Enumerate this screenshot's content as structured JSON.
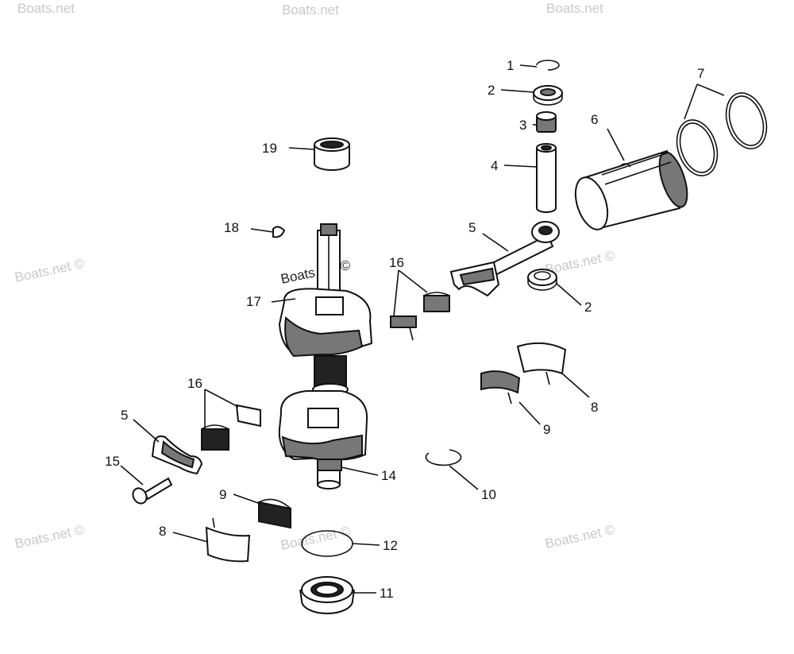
{
  "watermarks": [
    "Boats.net",
    "Boats.net",
    "Boats.net",
    "Boats.net ©",
    "Boats.net ©",
    "Boats.net ©",
    "Boats.net ©",
    "Boats.net ©",
    "Boats.net ©"
  ],
  "callouts": [
    "1",
    "2",
    "3",
    "4",
    "5",
    "6",
    "7",
    "19",
    "18",
    "16",
    "17",
    "2",
    "8",
    "9",
    "16",
    "5",
    "15",
    "9",
    "8",
    "14",
    "10",
    "12",
    "11"
  ]
}
